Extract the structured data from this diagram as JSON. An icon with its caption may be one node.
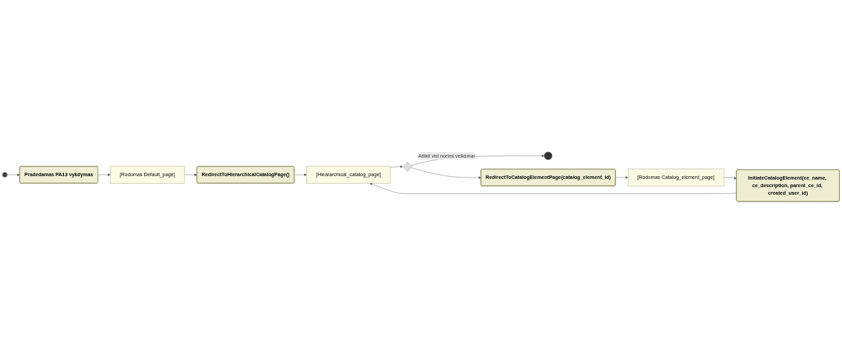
{
  "diagram": {
    "nodes": [
      {
        "text": [],
        "shape": "circle"
      },
      {
        "text": [
          "Pradedamas PA13 vykdymas"
        ]
      },
      {
        "text": [
          "[Rodomas Default_page]"
        ]
      },
      {
        "text": [
          "RedirectToHierarchicalCatalogPage()"
        ]
      },
      {
        "text": [
          "[Hieararchical_catalog_page]"
        ]
      },
      {
        "text": [],
        "shape": "diamond"
      },
      {
        "text": [],
        "shape": "circle"
      },
      {
        "text": [
          "InitiateCatalogElement(ce_name, ce_description, parent_ce_id, created_user_id)"
        ]
      },
      {
        "text": [
          "RedirectToCatalogElementPage(catalog_element_id)"
        ]
      },
      {
        "text": [
          "[Rodomas Catalog_element_page]"
        ]
      }
    ],
    "edges": [
      {
        "from": 0,
        "to": 1,
        "arrow": "to"
      },
      {
        "from": 1,
        "to": 2,
        "arrow": "to"
      },
      {
        "from": 2,
        "to": 3,
        "arrow": "to"
      },
      {
        "from": 3,
        "to": 4,
        "arrow": "to"
      },
      {
        "from": 4,
        "to": 5,
        "arrow": "to"
      },
      {
        "from": 5,
        "to": 6,
        "label": "Atlikti visi norimi veiksmai",
        "arrow": "to"
      },
      {
        "from": 5,
        "to": 8,
        "arrow": "to"
      },
      {
        "from": 8,
        "to": 9,
        "arrow": "to"
      },
      {
        "from": 9,
        "to": 7,
        "arrow": "to"
      },
      {
        "from": 7,
        "to": 4,
        "arrow": "to"
      }
    ]
  }
}
